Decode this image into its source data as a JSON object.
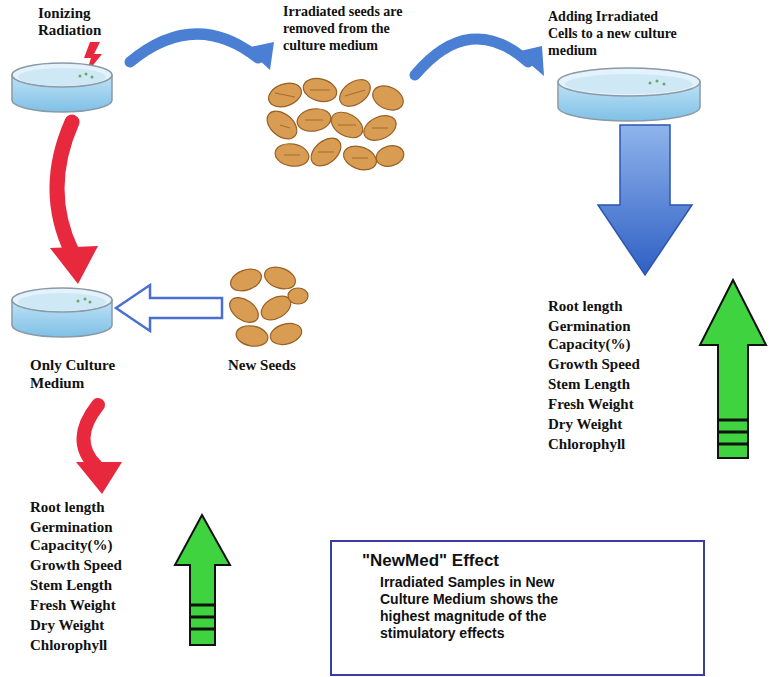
{
  "diagram": {
    "nodes": [
      {
        "text": [
          "\"NewMed\" Effect",
          "Irradiated Samples in New Culture Medium shows the highest magnitude of the stimulatory effects"
        ]
      }
    ],
    "labels": [
      "Ionizing Radiation",
      "Irradiated seeds are removed from the culture medium",
      "Adding Irradiated Cells to a new culture medium",
      "Root length",
      "Germination Capacity(%)",
      "Growth Speed",
      "Stem Length",
      "Fresh Weight",
      "Dry Weight",
      "Chlorophyll",
      "Only Culture Medium",
      "New Seeds",
      "Root length",
      "Germination Capacity(%)",
      "Growth Speed",
      "Stem Length",
      "Fresh Weight",
      "Dry Weight",
      "Chlorophyll"
    ]
  }
}
